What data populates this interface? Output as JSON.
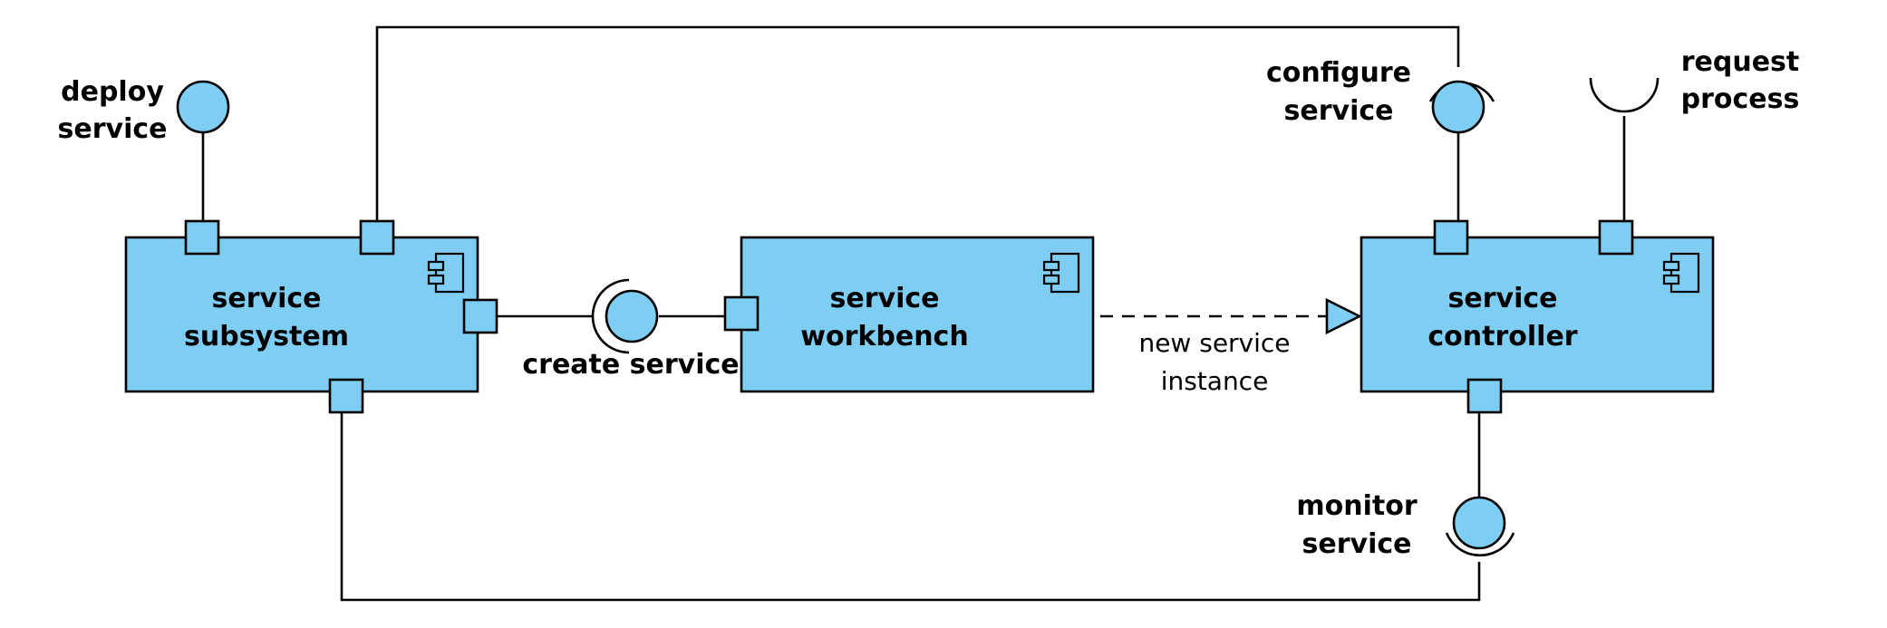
{
  "colors": {
    "component_fill": "#7ecef4",
    "line": "#000000",
    "background": "#ffffff"
  },
  "components": {
    "subsystem": {
      "line1": "service",
      "line2": "subsystem"
    },
    "workbench": {
      "line1": "service",
      "line2": "workbench"
    },
    "controller": {
      "line1": "service",
      "line2": "controller"
    }
  },
  "interfaces": {
    "deploy": {
      "line1": "deploy",
      "line2": "service"
    },
    "create": {
      "label": "create service"
    },
    "configure": {
      "line1": "configure",
      "line2": "service"
    },
    "request": {
      "line1": "request",
      "line2": "process"
    },
    "monitor": {
      "line1": "monitor",
      "line2": "service"
    }
  },
  "dependency": {
    "line1": "new service",
    "line2": "instance"
  },
  "icons": {
    "component": "component-icon",
    "provided_interface": "ball-icon",
    "required_interface": "socket-icon",
    "port": "port-square"
  }
}
